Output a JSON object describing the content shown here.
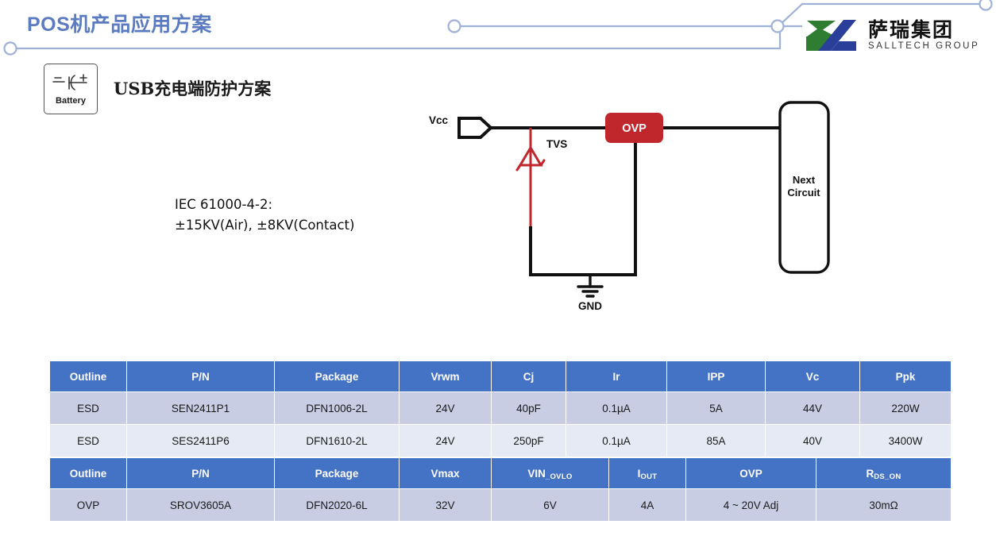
{
  "header": {
    "title": "POS机产品应用方案",
    "title_color": "#5B7BC0",
    "logo": {
      "cn": "萨瑞集团",
      "en": "SALLTECH GROUP",
      "green": "#2E7D32",
      "blue": "#2A3F99"
    }
  },
  "section": {
    "badge_label": "Battery",
    "subtitle": "USB充电端防护方案",
    "spec_note": "IEC 61000-4-2:\n±15KV(Air), ±8KV(Contact)"
  },
  "circuit": {
    "vcc_label": "Vcc",
    "tvs_label": "TVS",
    "ovp_label": "OVP",
    "gnd_label": "GND",
    "next_circuit_line1": "Next",
    "next_circuit_line2": "Circuit",
    "ovp_color": "#C0272D",
    "tvs_color": "#C0272D",
    "wire_color": "#111111"
  },
  "esd_table": {
    "headers": [
      "Outline",
      "P/N",
      "Package",
      "Vrwm",
      "Cj",
      "Ir",
      "IPP",
      "Vc",
      "Ppk"
    ],
    "rows": [
      [
        "ESD",
        "SEN2411P1",
        "DFN1006-2L",
        "24V",
        "40pF",
        "0.1µA",
        "5A",
        "44V",
        "220W"
      ],
      [
        "ESD",
        "SES2411P6",
        "DFN1610-2L",
        "24V",
        "250pF",
        "0.1µA",
        "85A",
        "40V",
        "3400W"
      ]
    ]
  },
  "ovp_table": {
    "headers": [
      {
        "main": "Outline",
        "sub": ""
      },
      {
        "main": "P/N",
        "sub": ""
      },
      {
        "main": "Package",
        "sub": ""
      },
      {
        "main": "Vmax",
        "sub": ""
      },
      {
        "main": "VIN",
        "sub": "_OVLO"
      },
      {
        "main": "I",
        "sub": "OUT"
      },
      {
        "main": "OVP",
        "sub": ""
      },
      {
        "main": "R",
        "sub": "DS_ON"
      }
    ],
    "rows": [
      [
        "OVP",
        "SROV3605A",
        "DFN2020-6L",
        "32V",
        "6V",
        "4A",
        "4 ~ 20V Adj",
        "30mΩ"
      ]
    ]
  },
  "theme": {
    "header_blue": "#4472C4",
    "row_dark": "#C9CDE4",
    "row_light": "#E6EAF5",
    "deco_line": "#9FB0D9"
  }
}
